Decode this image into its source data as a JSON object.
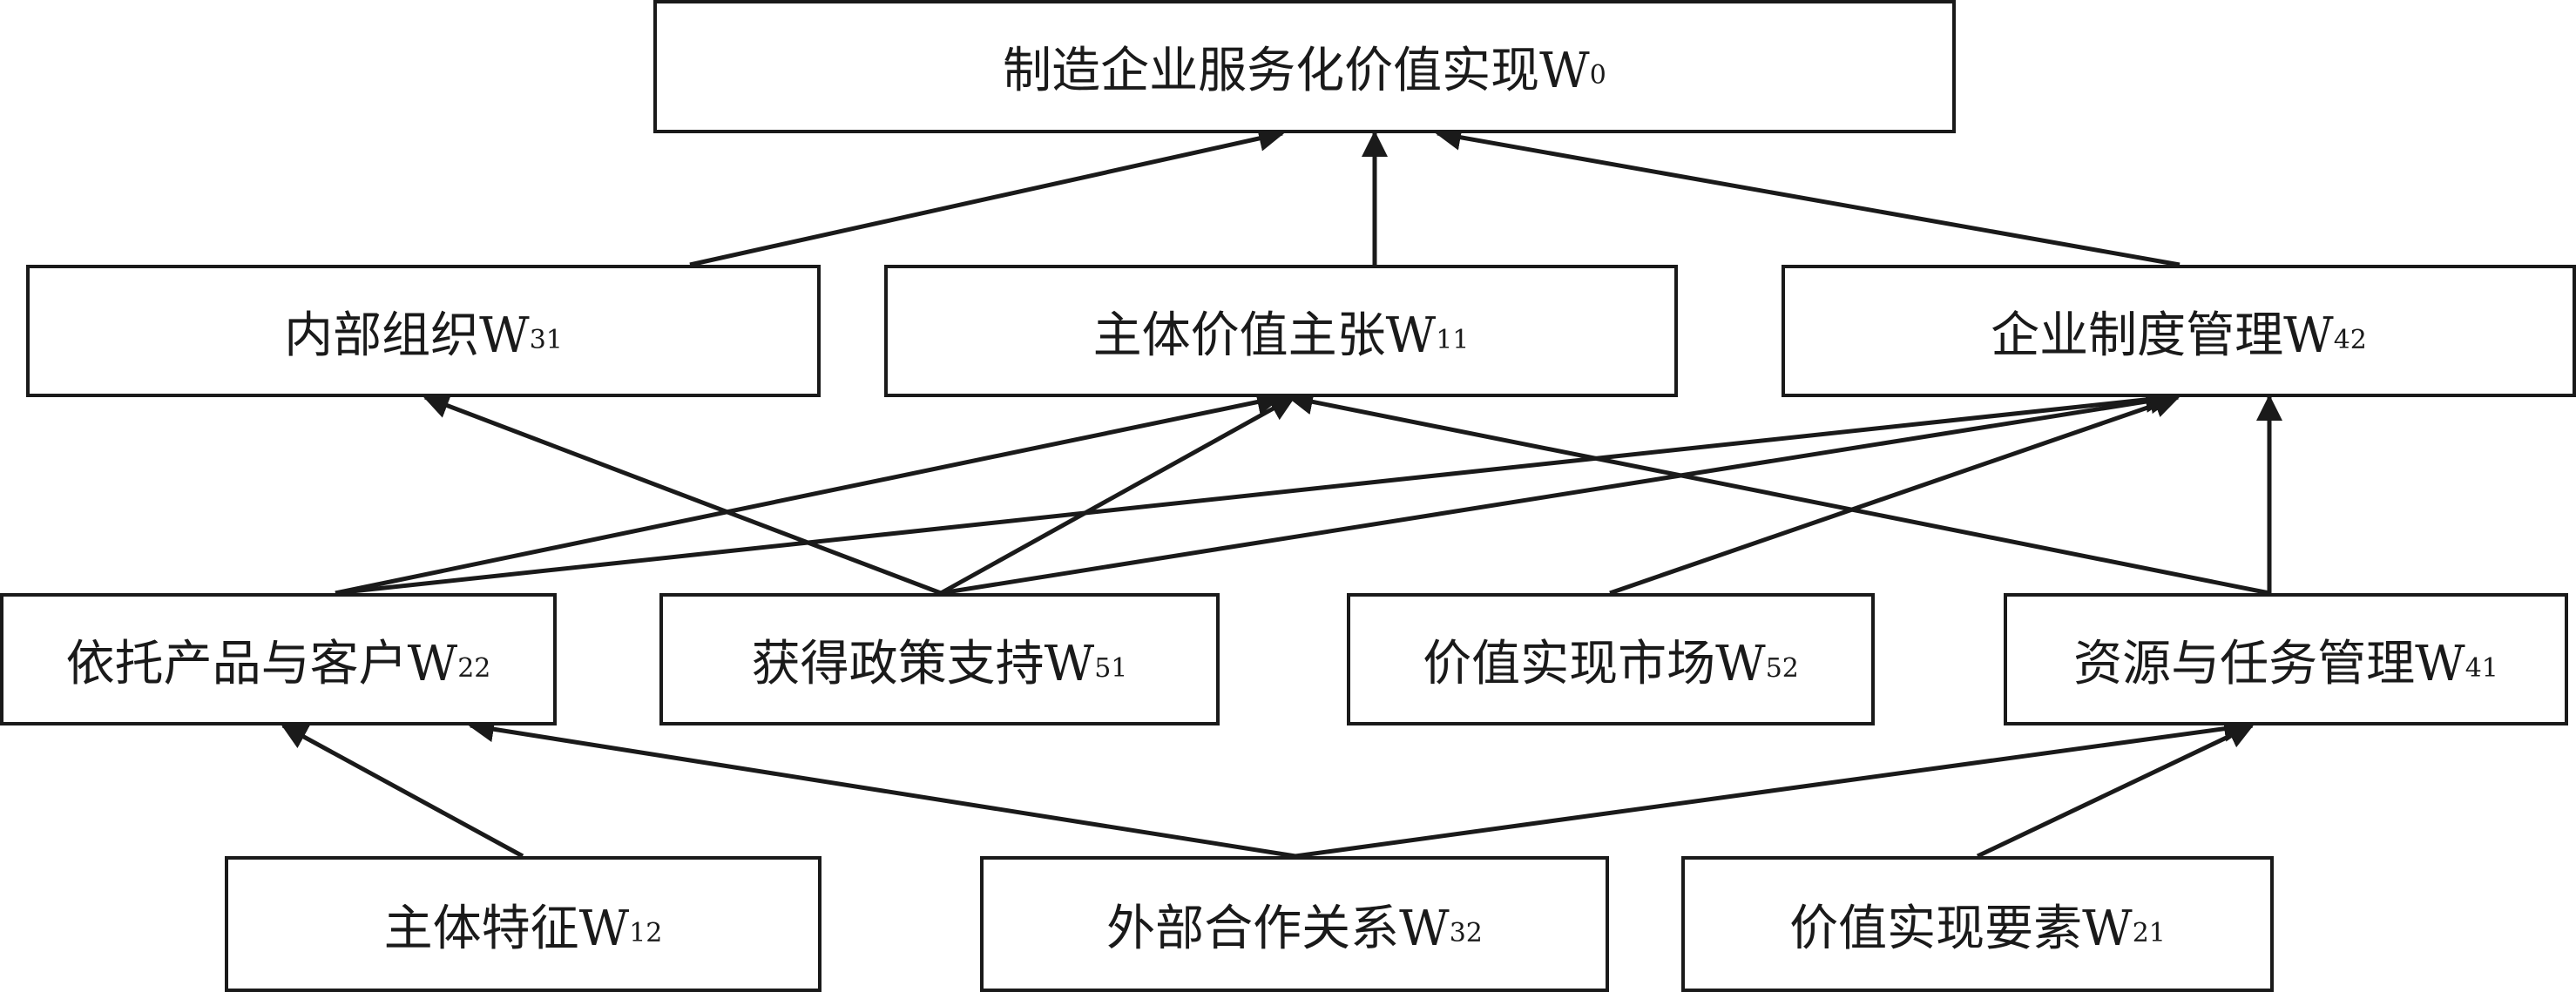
{
  "nodes": {
    "w0": {
      "label": "制造企业服务化价值实现W",
      "sub": "0"
    },
    "w31": {
      "label": "内部组织W",
      "sub": "31"
    },
    "w11": {
      "label": "主体价值主张W",
      "sub": "11"
    },
    "w42": {
      "label": "企业制度管理W",
      "sub": "42"
    },
    "w22": {
      "label": "依托产品与客户W",
      "sub": "22"
    },
    "w51": {
      "label": "获得政策支持W",
      "sub": "51"
    },
    "w52": {
      "label": "价值实现市场W",
      "sub": "52"
    },
    "w41": {
      "label": "资源与任务管理W",
      "sub": "41"
    },
    "w12": {
      "label": "主体特征W",
      "sub": "12"
    },
    "w32": {
      "label": "外部合作关系W",
      "sub": "32"
    },
    "w21": {
      "label": "价值实现要素W",
      "sub": "21"
    }
  },
  "edges": [
    {
      "from": "w31",
      "to": "w0"
    },
    {
      "from": "w11",
      "to": "w0"
    },
    {
      "from": "w42",
      "to": "w0"
    },
    {
      "from": "w51",
      "to": "w31"
    },
    {
      "from": "w22",
      "to": "w11"
    },
    {
      "from": "w51",
      "to": "w11"
    },
    {
      "from": "w41",
      "to": "w11"
    },
    {
      "from": "w22",
      "to": "w42"
    },
    {
      "from": "w51",
      "to": "w42"
    },
    {
      "from": "w52",
      "to": "w42"
    },
    {
      "from": "w41",
      "to": "w42"
    },
    {
      "from": "w12",
      "to": "w22"
    },
    {
      "from": "w32",
      "to": "w22"
    },
    {
      "from": "w32",
      "to": "w41"
    },
    {
      "from": "w21",
      "to": "w41"
    }
  ]
}
